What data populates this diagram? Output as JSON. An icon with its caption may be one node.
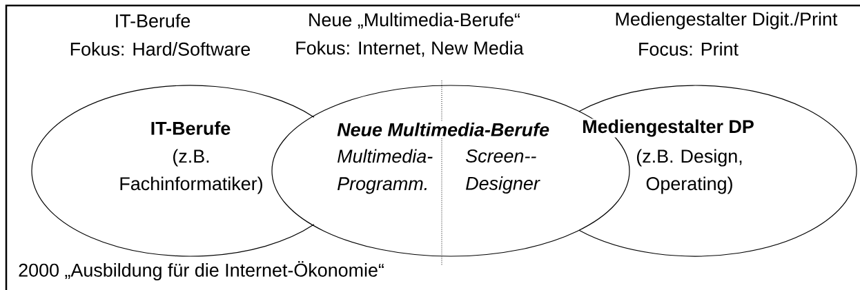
{
  "diagram": {
    "nodes": [
      {
        "text": [
          "IT-Berufe",
          "(z.B. Fachinformatiker)"
        ]
      },
      {
        "text": [
          "Neue Multimedia-Berufe",
          "Multimedia- Programm.",
          "Screen-- Designer"
        ]
      },
      {
        "text": [
          "Mediengestalter DP",
          "(z.B. Design, Operating)"
        ]
      }
    ],
    "labels": [
      "IT-Berufe",
      "Fokus: Hard/Software",
      "Neue „Multimedia-Berufe“",
      "Fokus: Internet, New Media",
      "Mediengestalter Digit./Print",
      "Focus: Print",
      "2000 „Ausbildung für die Internet-Ökonomie“"
    ]
  }
}
